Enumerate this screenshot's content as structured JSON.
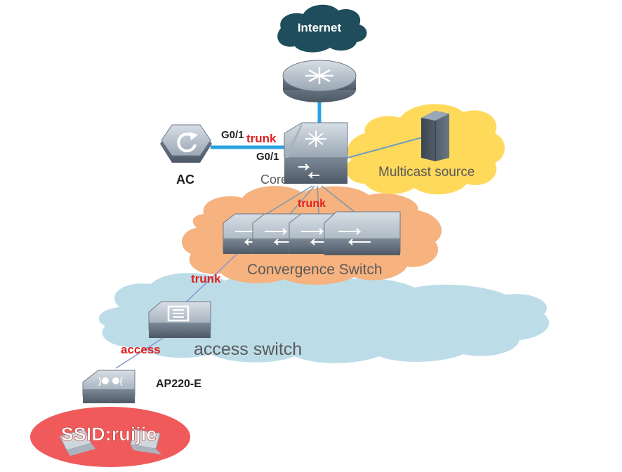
{
  "nodes": {
    "internet": "Internet",
    "ac": "AC",
    "core": "Core",
    "multicast": "Multicast source",
    "convergence": "Convergence Switch",
    "access_switch": "access switch",
    "ap": "AP220-E",
    "ssid": "SSID:ruijie"
  },
  "ports": {
    "ac_port": "G0/1",
    "core_port": "G0/1"
  },
  "links": {
    "ac_core": "trunk",
    "core_convergence": "trunk",
    "convergence_access": "trunk",
    "access_ap": "access"
  },
  "colors": {
    "internet_cloud": "#1f4d5c",
    "multicast_cloud": "#ffd95a",
    "convergence_cloud": "#f6b27f",
    "access_cloud": "#bcdde8",
    "ssid_ellipse": "#f05a5a",
    "link_label": "#e02020",
    "device": "#8d9aa8",
    "uplink": "#2aa3e0"
  }
}
